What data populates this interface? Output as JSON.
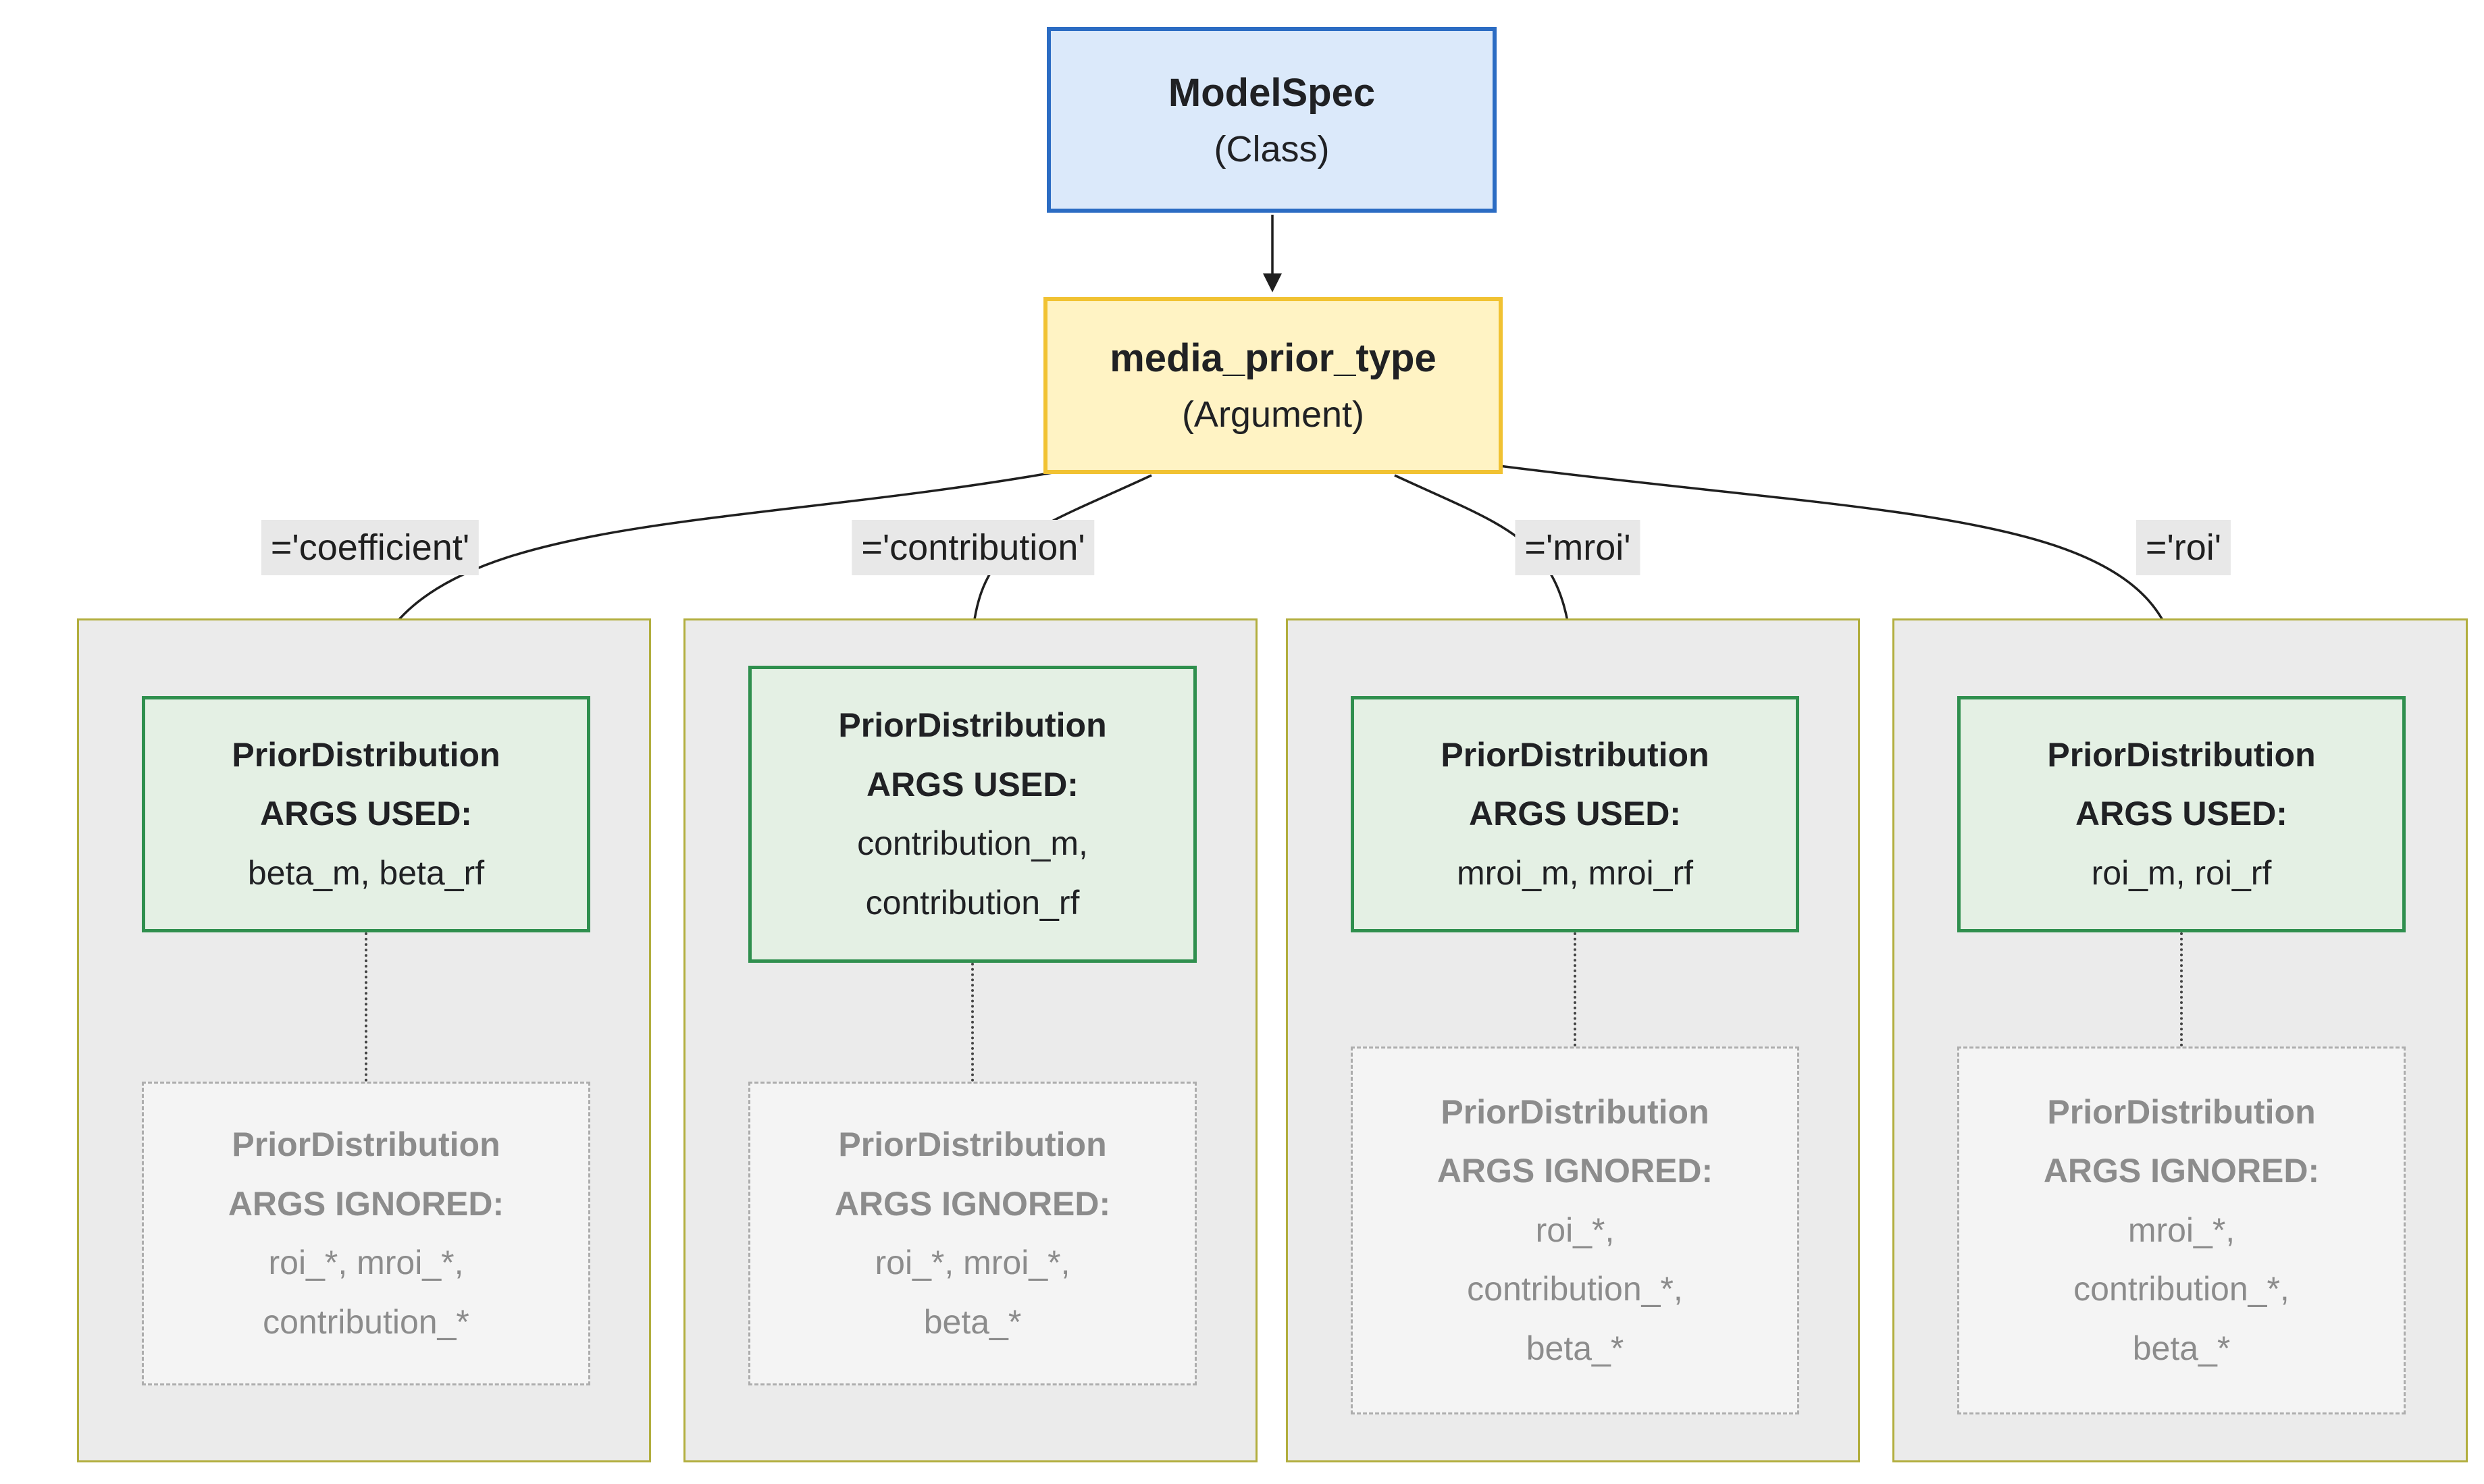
{
  "modelspec": {
    "title": "ModelSpec",
    "subtitle": "(Class)"
  },
  "argument": {
    "title": "media_prior_type",
    "subtitle": "(Argument)"
  },
  "branches": [
    {
      "edge_label": "='coefficient'",
      "used_title": "PriorDistribution",
      "used_subtitle": "ARGS USED:",
      "used_args": "beta_m, beta_rf",
      "ignored_title": "PriorDistribution",
      "ignored_subtitle": "ARGS IGNORED:",
      "ignored_args": "roi_*, mroi_*,\ncontribution_*"
    },
    {
      "edge_label": "='contribution'",
      "used_title": "PriorDistribution",
      "used_subtitle": "ARGS USED:",
      "used_args": "contribution_m,\ncontribution_rf",
      "ignored_title": "PriorDistribution",
      "ignored_subtitle": "ARGS IGNORED:",
      "ignored_args": "roi_*, mroi_*,\nbeta_*"
    },
    {
      "edge_label": "='mroi'",
      "used_title": "PriorDistribution",
      "used_subtitle": "ARGS USED:",
      "used_args": "mroi_m, mroi_rf",
      "ignored_title": "PriorDistribution",
      "ignored_subtitle": "ARGS IGNORED:",
      "ignored_args": "roi_*,\ncontribution_*,\nbeta_*"
    },
    {
      "edge_label": "='roi'",
      "used_title": "PriorDistribution",
      "used_subtitle": "ARGS USED:",
      "used_args": "roi_m, roi_rf",
      "ignored_title": "PriorDistribution",
      "ignored_subtitle": "ARGS IGNORED:",
      "ignored_args": "mroi_*,\ncontribution_*,\nbeta_*"
    }
  ],
  "colors": {
    "class_fill": "#DBE9FA",
    "class_border": "#2B6CC3",
    "argument_fill": "#FFF3C4",
    "argument_border": "#F1C232",
    "used_fill": "#E4F0E4",
    "used_border": "#2F8F4E",
    "branch_fill": "#EBEBEB",
    "branch_border": "#B2AE3E",
    "ignored_fill": "#F4F4F4",
    "ignored_border": "#ADADAD",
    "ignored_text": "#8C8C8C",
    "edge_label_bg": "#E8E8E8",
    "edge_stroke": "#1F1F1F"
  }
}
